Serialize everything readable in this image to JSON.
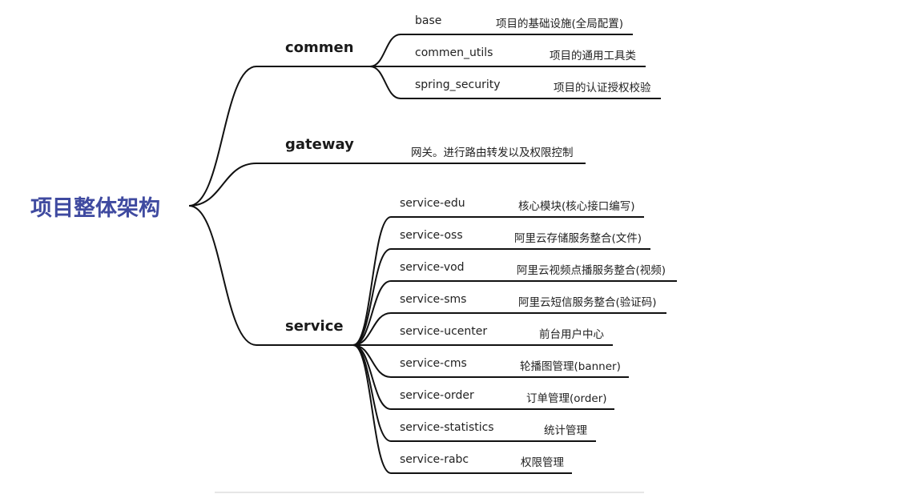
{
  "root": {
    "title": "项目整体架构",
    "color": "#3f4aa0"
  },
  "line_color": "#111111",
  "branches": [
    {
      "label": "commen",
      "leaves": [
        {
          "name": "base",
          "desc": "项目的基础设施(全局配置)"
        },
        {
          "name": "commen_utils",
          "desc": "项目的通用工具类"
        },
        {
          "name": "spring_security",
          "desc": "项目的认证授权校验"
        }
      ]
    },
    {
      "label": "gateway",
      "leaves": [
        {
          "name": "",
          "desc": "网关。进行路由转发以及权限控制"
        }
      ]
    },
    {
      "label": "service",
      "leaves": [
        {
          "name": "service-edu",
          "desc": "核心模块(核心接口编写)"
        },
        {
          "name": "service-oss",
          "desc": "阿里云存储服务整合(文件)"
        },
        {
          "name": "service-vod",
          "desc": "阿里云视频点播服务整合(视频)"
        },
        {
          "name": "service-sms",
          "desc": "阿里云短信服务整合(验证码)"
        },
        {
          "name": "service-ucenter",
          "desc": "前台用户中心"
        },
        {
          "name": "service-cms",
          "desc": "轮播图管理(banner)"
        },
        {
          "name": "service-order",
          "desc": "订单管理(order)"
        },
        {
          "name": "service-statistics",
          "desc": "统计管理"
        },
        {
          "name": "service-rabc",
          "desc": "权限管理"
        }
      ]
    }
  ]
}
